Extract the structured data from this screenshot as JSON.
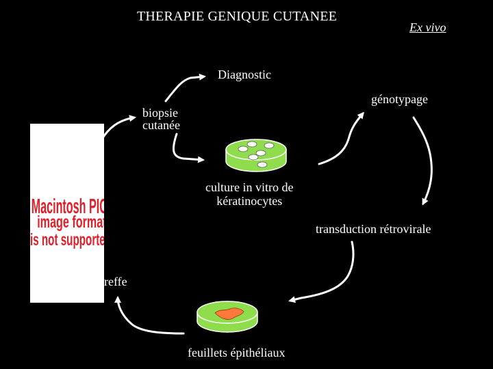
{
  "slide": {
    "title": "THERAPIE GENIQUE CUTANEE",
    "tag": "Ex vivo"
  },
  "steps": {
    "diagnostic": "Diagnostic",
    "genotypage": "génotypage",
    "biopsie_line1": "biopsie",
    "biopsie_line2": "cutanée",
    "culture_line1": "culture in vitro de",
    "culture_line2": "kératinocytes",
    "transduction": "transduction rétrovirale",
    "greffe": "greffe",
    "feuillets": "feuillets épithéliaux"
  },
  "placeholder": {
    "line1": "Macintosh PICT",
    "line2": "image format",
    "line3": "is not supported"
  },
  "colors": {
    "background": "#000000",
    "text": "#ffffff",
    "arrow": "#ffffff",
    "dish_green": "#8fdc4c",
    "dish_rim": "#ffffff",
    "cell_fill": "#ffffff",
    "sheet_orange": "#ff7a3a",
    "placeholder_text": "#e0202a",
    "placeholder_bg": "#ffffff"
  }
}
